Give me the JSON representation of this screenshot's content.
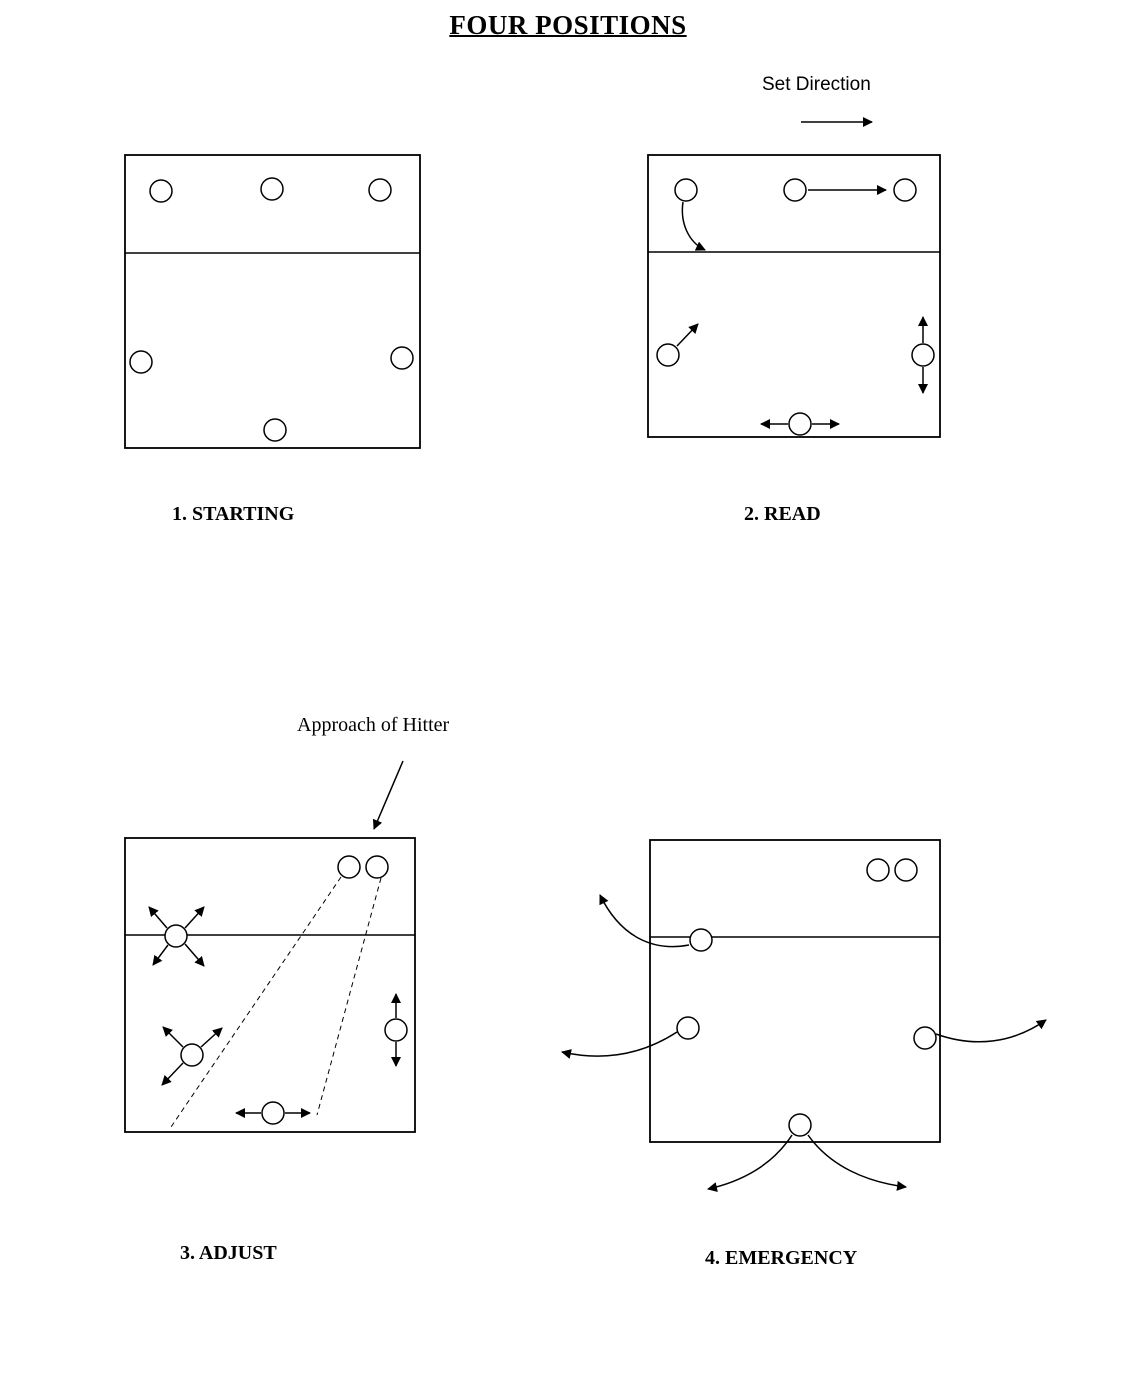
{
  "page": {
    "title": "FOUR POSITIONS",
    "background_color": "#ffffff",
    "ink_color": "#000000"
  },
  "annotations": {
    "set_direction": "Set Direction",
    "approach_of_hitter": "Approach of Hitter"
  },
  "diagrams": [
    {
      "label": "1. STARTING"
    },
    {
      "label": "2. READ"
    },
    {
      "label": "3. ADJUST"
    },
    {
      "label": "4. EMERGENCY"
    }
  ]
}
